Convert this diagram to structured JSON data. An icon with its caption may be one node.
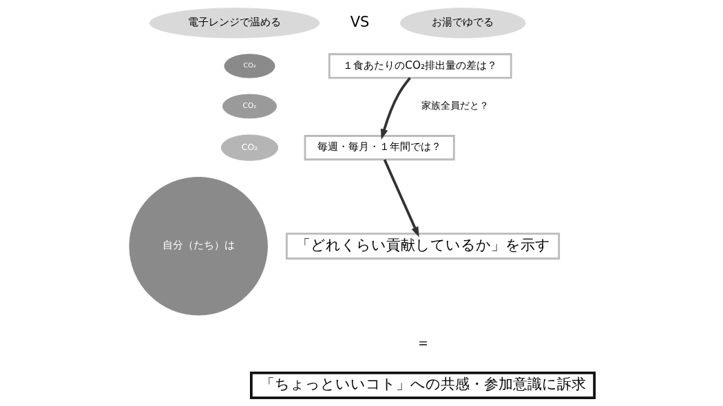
{
  "diagram": {
    "nodes": [
      {
        "text": [
          "電子レンジで温める"
        ]
      },
      {
        "text": [
          "お湯でゆでる"
        ]
      },
      {
        "text": [
          "１食あたりのCO₂排出量の差は？"
        ]
      },
      {
        "text": [
          "毎週・毎月・１年間では？"
        ]
      },
      {
        "text": [
          "自分（たち）は"
        ]
      },
      {
        "text": [
          "「どれくらい貢献しているか」を示す"
        ]
      },
      {
        "text": [
          "「ちょっといいコト」への共感・参加意識に訴求"
        ]
      },
      {
        "text": [
          "CO₂"
        ]
      },
      {
        "text": [
          "CO₂"
        ]
      },
      {
        "text": [
          "CO₂"
        ]
      }
    ],
    "edges": [
      {
        "from": 2,
        "to": 3,
        "arrow": "to"
      },
      {
        "from": 3,
        "to": 5,
        "arrow": "to"
      }
    ],
    "labels": [
      "VS",
      "家族全員だと？",
      "＝"
    ]
  }
}
